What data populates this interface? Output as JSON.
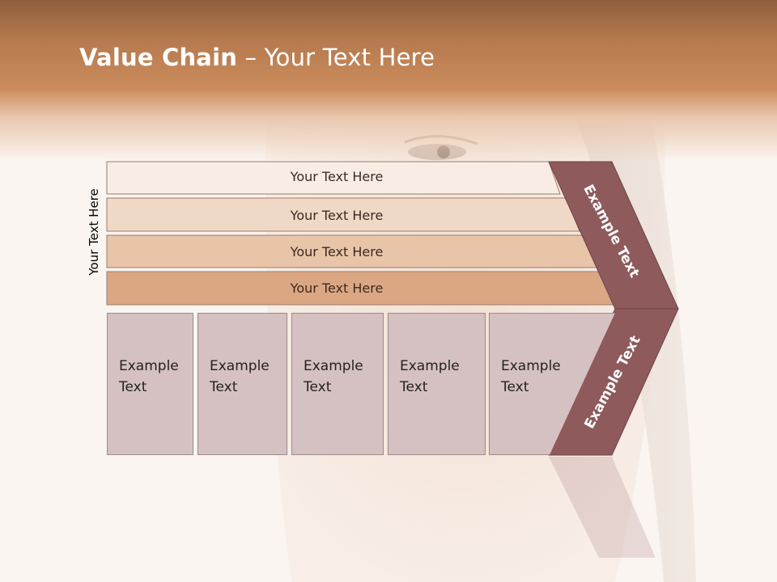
{
  "slide": {
    "title_bold": "Value Chain",
    "title_rest": " – Your Text Here",
    "side_label": "Your Text Here",
    "bars": [
      {
        "label": "Your Text Here",
        "color": "#f8ece5"
      },
      {
        "label": "Your Text Here",
        "color": "#f0d8c6"
      },
      {
        "label": "Your Text Here",
        "color": "#e8c4a8"
      },
      {
        "label": "Your Text Here",
        "color": "#dba783"
      }
    ],
    "boxes": [
      {
        "line1": "Example",
        "line2": "Text"
      },
      {
        "line1": "Example",
        "line2": "Text"
      },
      {
        "line1": "Example",
        "line2": "Text"
      },
      {
        "line1": "Example",
        "line2": "Text"
      },
      {
        "line1": "Example",
        "line2": "Text"
      }
    ],
    "chevron_upper_label": "Example Text",
    "chevron_lower_label": "Example Text",
    "colors": {
      "header": "#cc8c5c",
      "chevron": "#8e5a5c",
      "box_fill": "#d6c1c2",
      "box_border": "#9b8a8b"
    }
  }
}
